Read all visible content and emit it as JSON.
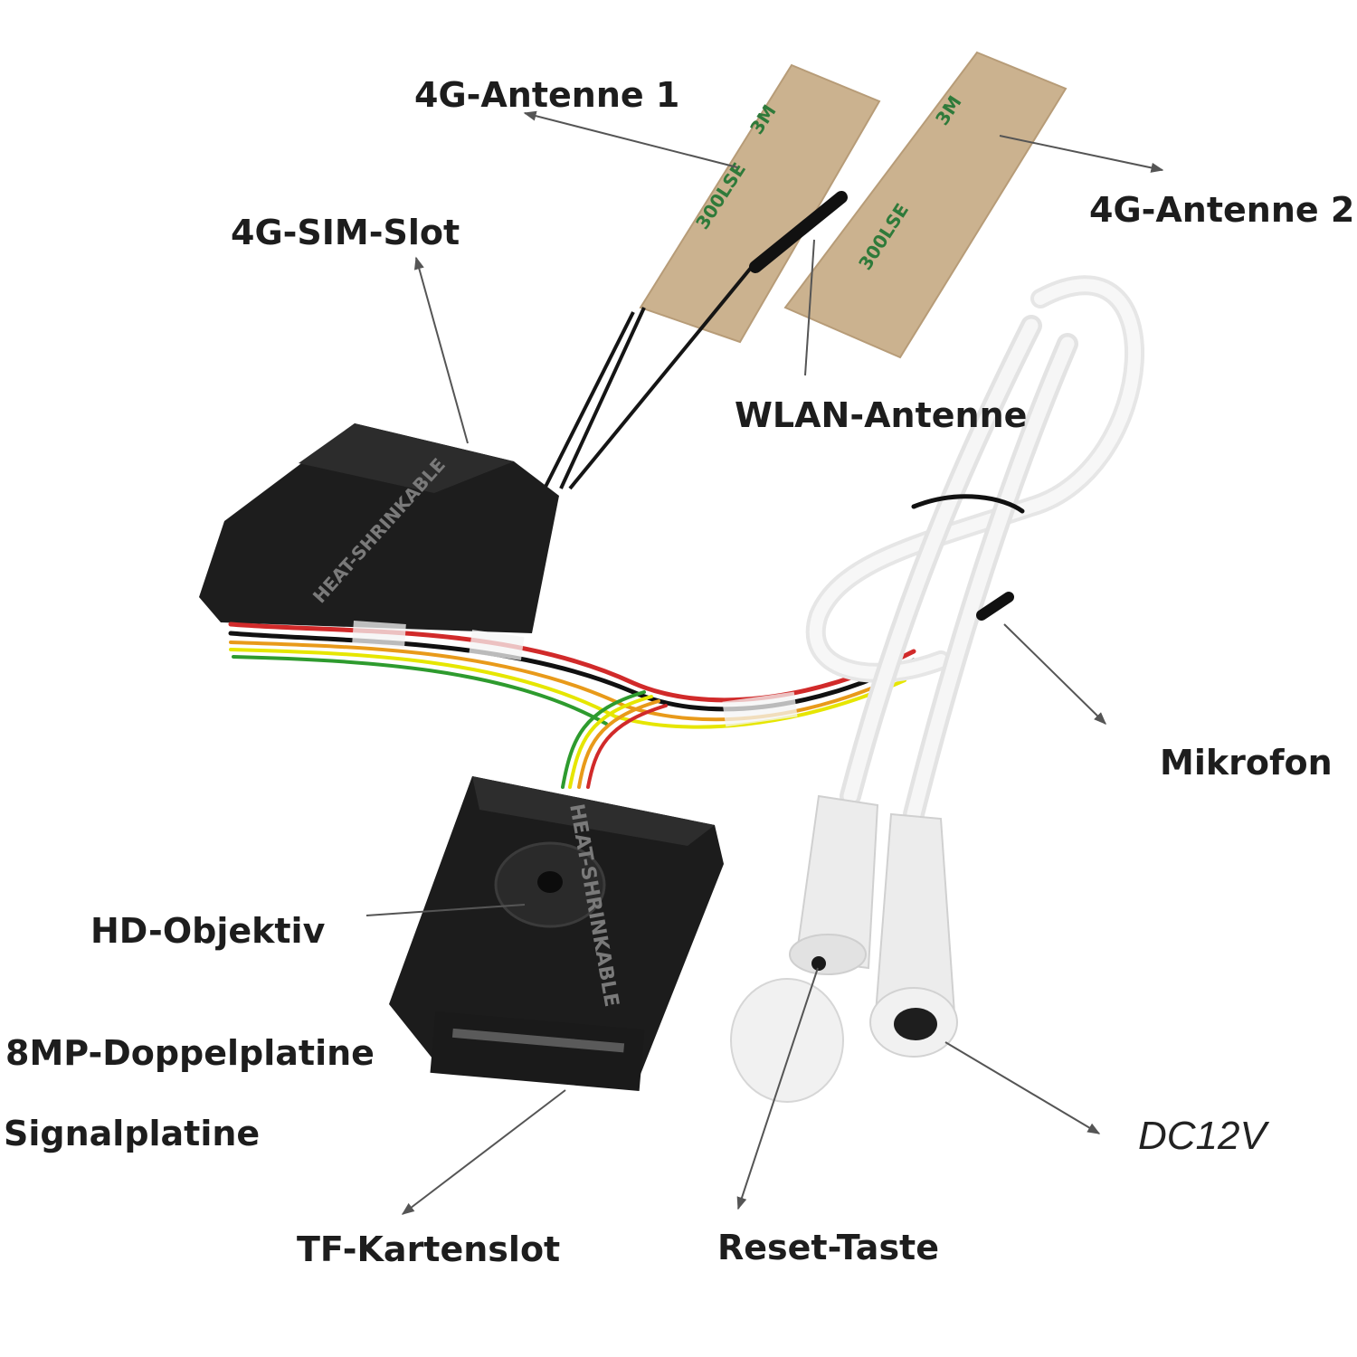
{
  "colors": {
    "background": "#ffffff",
    "label_text": "#1d1d1d",
    "leader_line": "#555555",
    "heat_shrink": "#1a1a1a",
    "antenna_tape": "#c9b08e",
    "white_cable": "#efefef"
  },
  "labels": {
    "antenna1": "4G-Antenne 1",
    "antenna2": "4G-Antenne 2",
    "sim_slot": "4G-SIM-Slot",
    "wlan": "WLAN-Antenne",
    "microphone": "Mikrofon",
    "lens": "HD-Objektiv",
    "board": "8MP-Doppelplatine",
    "signal_board": "Signalplatine",
    "dc": "DC12V",
    "tf_slot": "TF-Kartenslot",
    "reset": "Reset-Taste"
  },
  "product_markings": {
    "sleeve": "HEAT-SHRINKABLE",
    "tape_brand": "3M",
    "tape_code": "300LSE"
  }
}
